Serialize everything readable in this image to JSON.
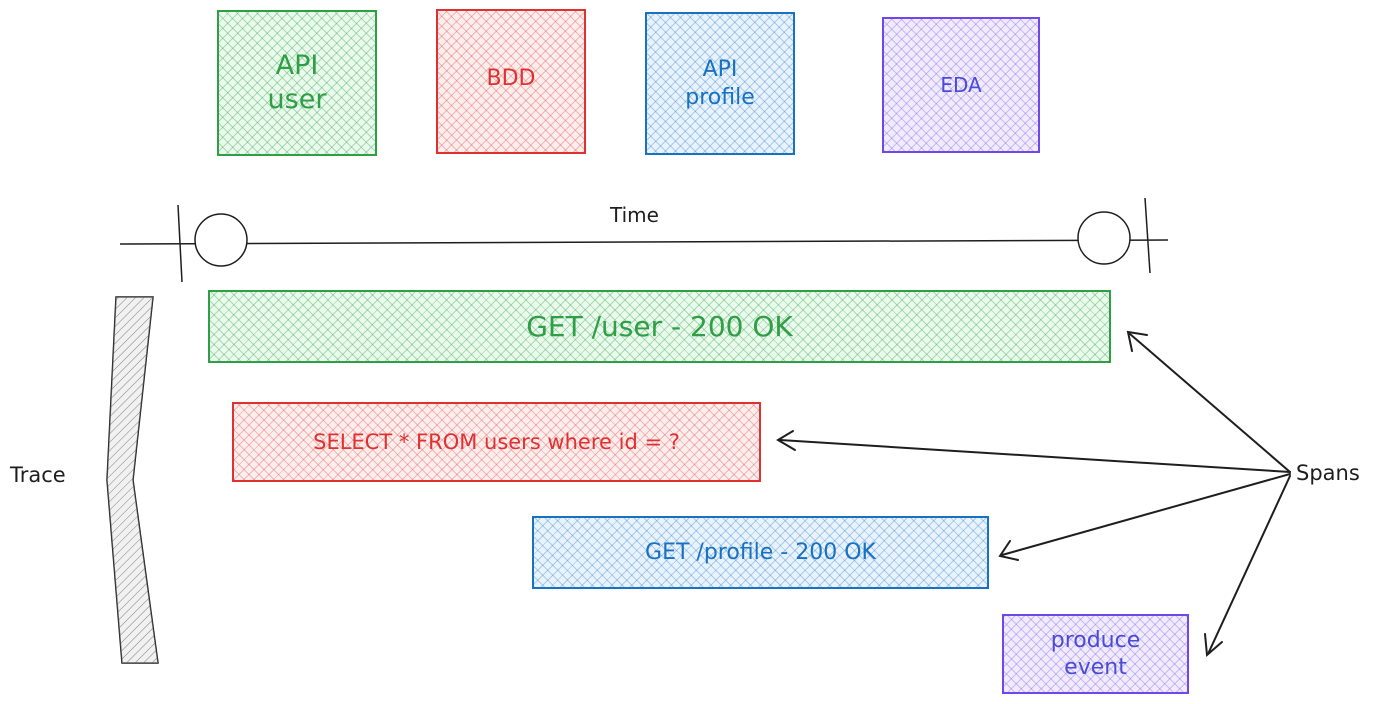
{
  "legend": {
    "api_user": {
      "line1": "API",
      "line2": "user"
    },
    "bdd": "BDD",
    "api_profile": {
      "line1": "API",
      "line2": "profile"
    },
    "eda": "EDA"
  },
  "timeline": {
    "label": "Time"
  },
  "trace": {
    "label": "Trace"
  },
  "spans": {
    "label": "Spans",
    "items": [
      "GET /user - 200 OK",
      "SELECT * FROM users where id = ?",
      "GET /profile - 200 OK"
    ],
    "event": {
      "line1": "produce",
      "line2": "event"
    }
  },
  "colors": {
    "green": "#2f9e44",
    "red": "#e03131",
    "blue": "#1971c2",
    "purple": "#7048e8",
    "stroke": "#1e1e1e"
  }
}
